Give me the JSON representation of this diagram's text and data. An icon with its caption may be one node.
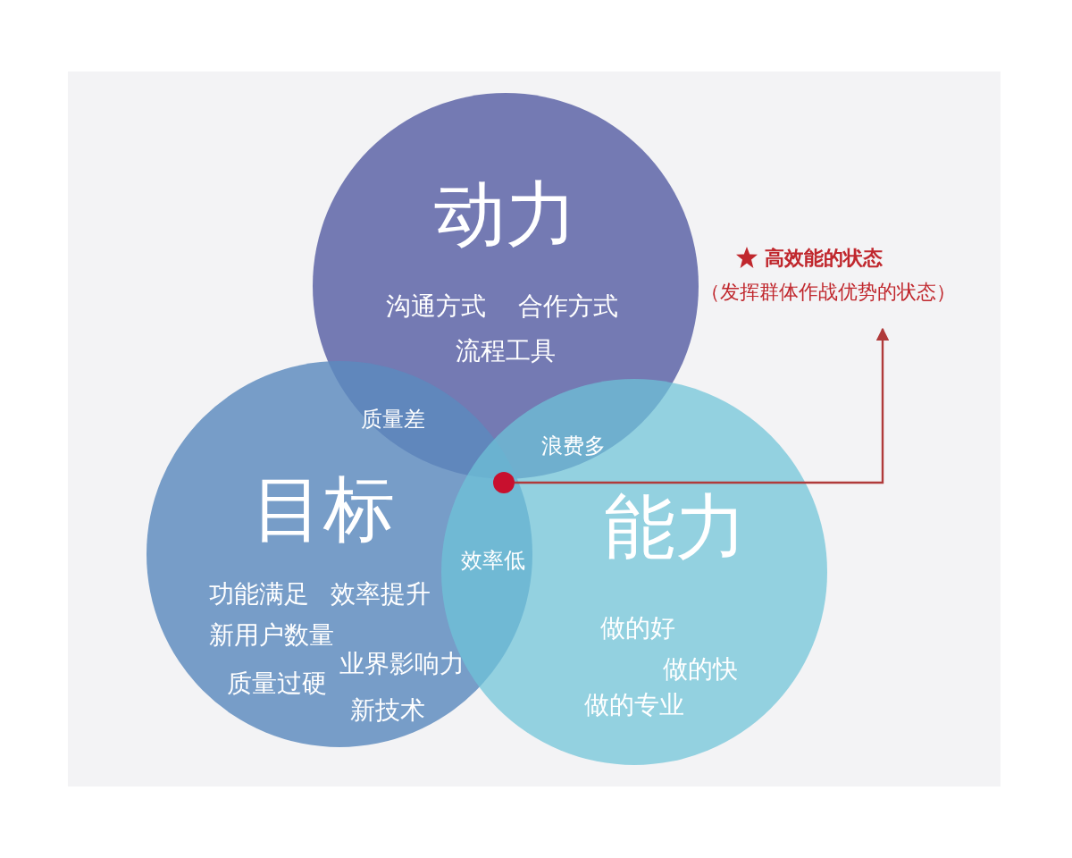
{
  "diagram": {
    "nodes": [
      {
        "text": [
          "动力",
          "沟通方式",
          "合作方式",
          "流程工具"
        ]
      },
      {
        "text": [
          "目标",
          "功能满足",
          "效率提升",
          "新用户数量",
          "业界影响力",
          "质量过硬",
          "新技术"
        ]
      },
      {
        "text": [
          "能力",
          "做的好",
          "做的快",
          "做的专业"
        ]
      },
      {
        "text": [],
        "shape": "circle"
      },
      {
        "text": [
          "高效能的状态",
          "（发挥群体作战优势的状态）"
        ]
      }
    ],
    "edges": [
      {
        "from": 3,
        "to": 4,
        "arrow": "to"
      }
    ],
    "labels": [
      "质量差",
      "浪费多",
      "效率低"
    ]
  }
}
